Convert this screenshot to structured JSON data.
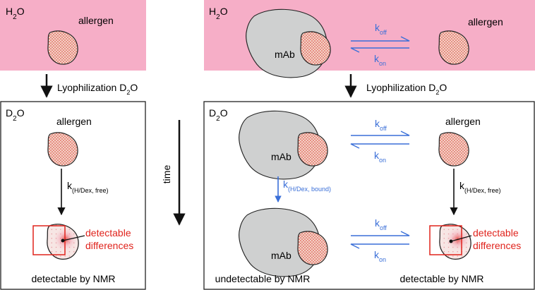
{
  "colors": {
    "solvent_pink": "#f6aec7",
    "mab_gray": "#cfd0d0",
    "allergen_fill": "#f2c7b6",
    "allergen_dots": "#d9302a",
    "rate_blue": "#3a6fd8",
    "highlight_red": "#e0231c"
  },
  "left_panel": {
    "top_solvent": {
      "text": "H",
      "sub": "2",
      "text2": "O"
    },
    "allergen_top": "allergen",
    "lyophilization": {
      "text": "Lyophilization D",
      "sub": "2",
      "text2": "O"
    },
    "bottom_solvent": {
      "text": "D",
      "sub": "2",
      "text2": "O"
    },
    "allergen_bottom": "allergen",
    "rate": {
      "k": "k",
      "sub": "(H/Dex, free)"
    },
    "detectable_line1": "detectable",
    "detectable_line2": "differences",
    "footer": "detectable by NMR"
  },
  "time_label": "time",
  "right_panel": {
    "top_solvent": {
      "text": "H",
      "sub": "2",
      "text2": "O"
    },
    "mab_top": "mAb",
    "koff_top": {
      "k": "k",
      "sub": "off"
    },
    "kon_top": {
      "k": "k",
      "sub": "on"
    },
    "allergen_top": "allergen",
    "lyophilization": {
      "text": "Lyophilization D",
      "sub": "2",
      "text2": "O"
    },
    "bottom_solvent": {
      "text": "D",
      "sub": "2",
      "text2": "O"
    },
    "mab_mid": "mAb",
    "koff_mid": {
      "k": "k",
      "sub": "off"
    },
    "kon_mid": {
      "k": "k",
      "sub": "on"
    },
    "allergen_mid": "allergen",
    "rate_bound": {
      "k": "k",
      "sub": "(H/Dex, bound)"
    },
    "rate_free": {
      "k": "k",
      "sub": "(H/Dex, free)"
    },
    "mab_bottom": "mAb",
    "koff_bottom": {
      "k": "k",
      "sub": "off"
    },
    "kon_bottom": {
      "k": "k",
      "sub": "on"
    },
    "detectable_line1": "detectable",
    "detectable_line2": "differences",
    "footer_left": "undetectable by NMR",
    "footer_right": "detectable by NMR"
  }
}
